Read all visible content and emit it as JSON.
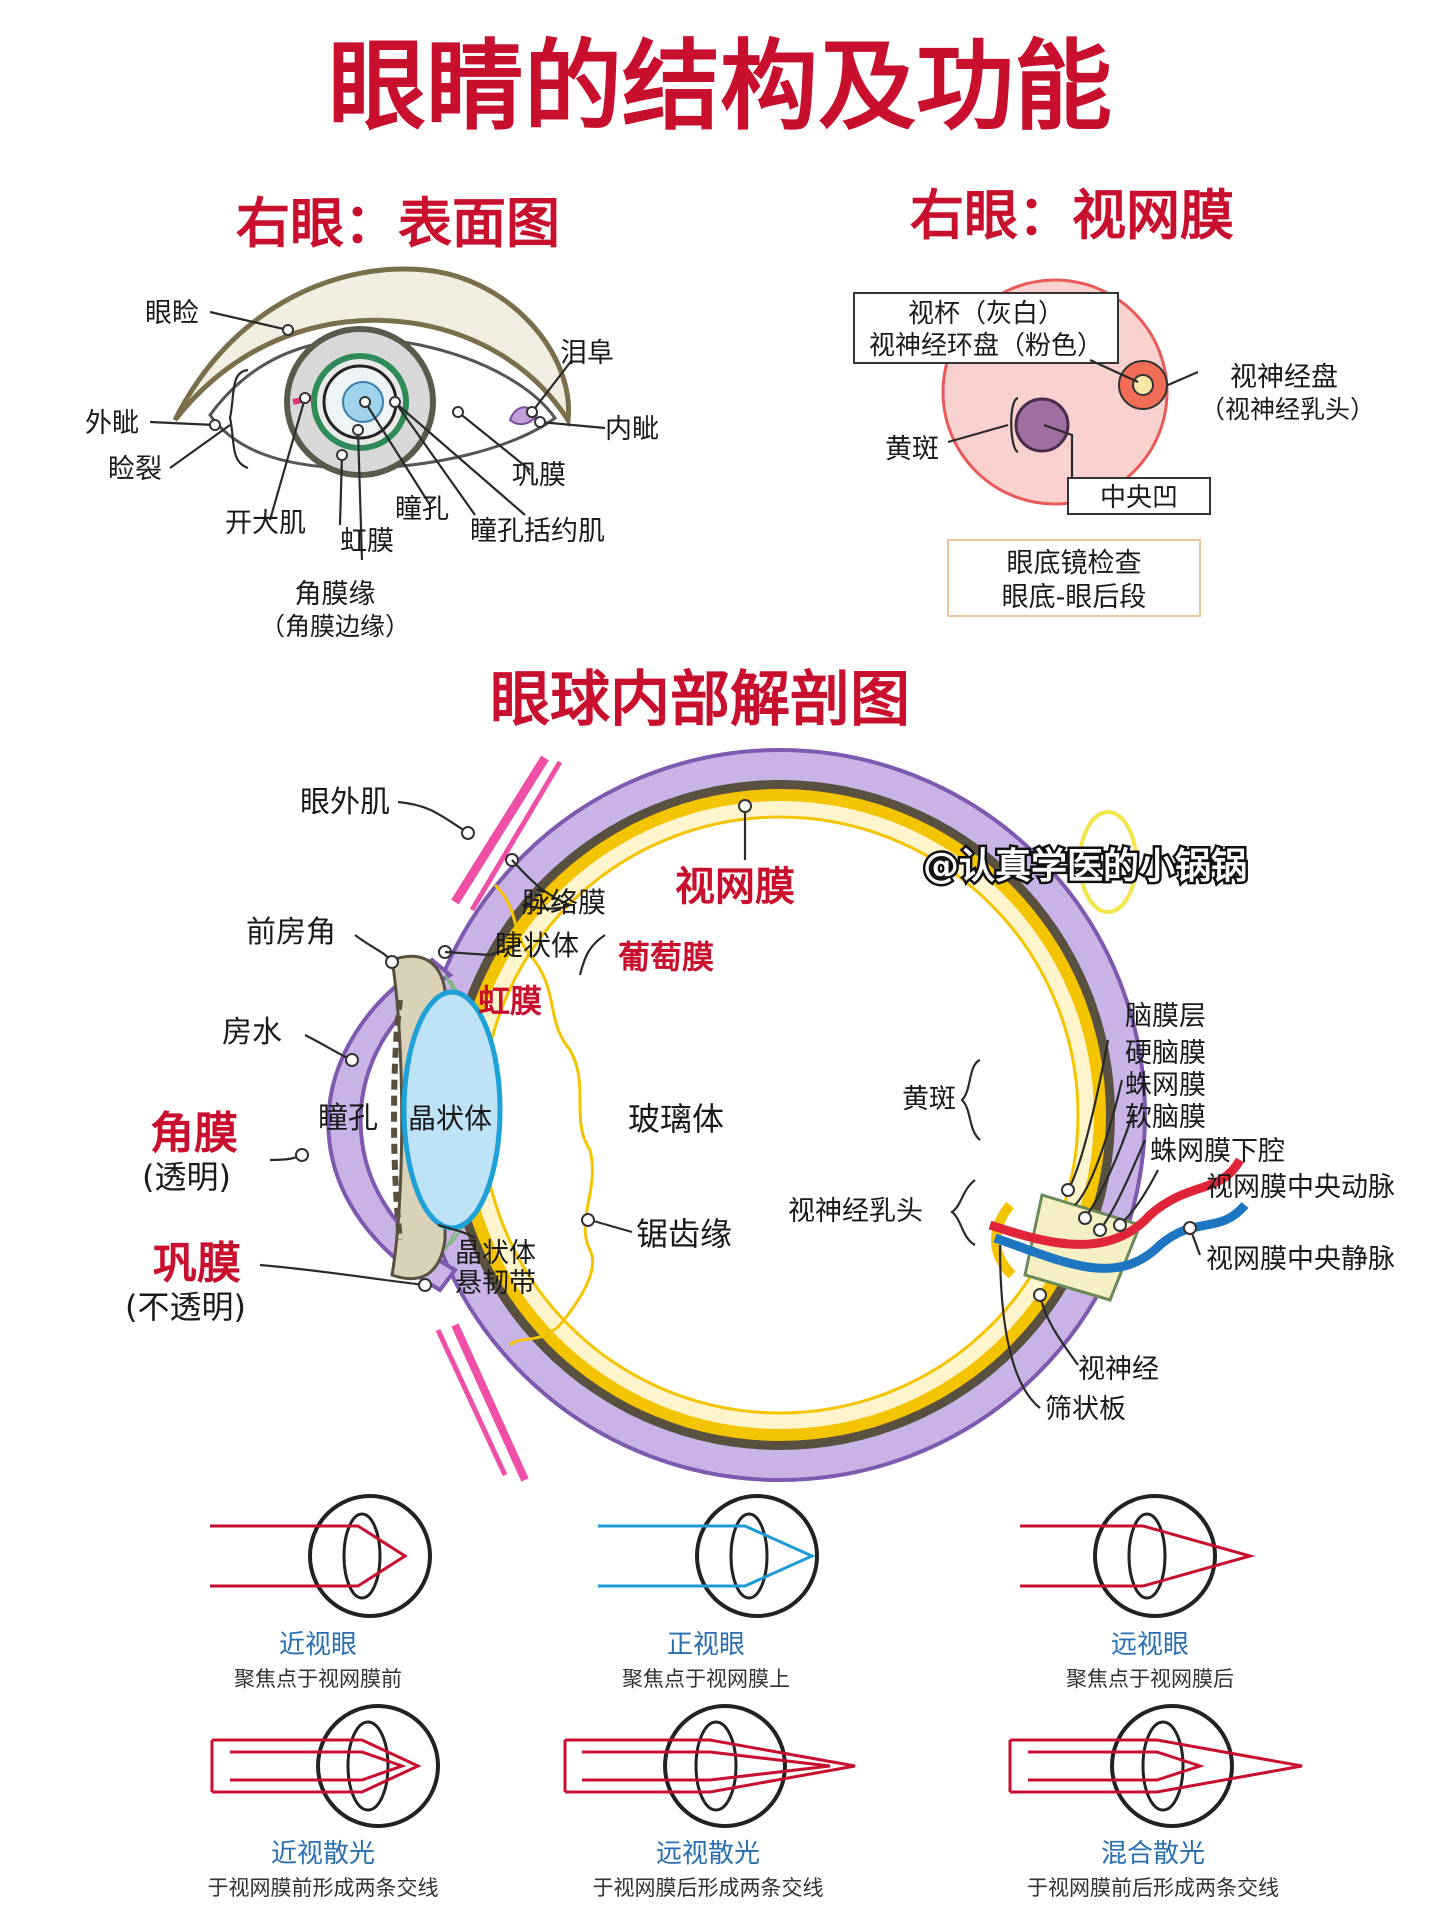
{
  "title": "眼睛的结构及功能",
  "colors": {
    "accent_red": "#c8102e",
    "caption_blue": "#2a6fb0",
    "sclera": "#b49bd8",
    "retina": "#f5c400",
    "choroid": "#5a5040",
    "lens": "#bfe3f6"
  },
  "surface": {
    "heading": "右眼：表面图",
    "labels": {
      "eyelid": "眼睑",
      "lacrimal_caruncle": "泪阜",
      "lateral_canthus": "外眦",
      "palpebral_fissure": "睑裂",
      "medial_canthus": "内眦",
      "sclera": "巩膜",
      "dilator": "开大肌",
      "iris": "虹膜",
      "pupil": "瞳孔",
      "sphincter": "瞳孔括约肌",
      "limbus": "角膜缘",
      "limbus_note": "（角膜边缘）"
    }
  },
  "retina": {
    "heading": "右眼：视网膜",
    "cup_line1": "视杯（灰白）",
    "cup_line2": "视神经环盘（粉色）",
    "optic_disc": "视神经盘",
    "optic_disc_note": "（视神经乳头）",
    "macula": "黄斑",
    "fovea": "中央凹",
    "exam_line1": "眼底镜检查",
    "exam_line2": "眼底-眼后段"
  },
  "anatomy": {
    "heading": "眼球内部解剖图",
    "watermark": "@认真学医的小锅锅",
    "labels": {
      "extraocular": "眼外肌",
      "anterior_angle": "前房角",
      "aqueous": "房水",
      "cornea": "角膜",
      "cornea_note": "(透明)",
      "sclera": "巩膜",
      "sclera_note": "(不透明)",
      "pupil": "瞳孔",
      "lens": "晶状体",
      "choroid": "脉络膜",
      "ciliary": "睫状体",
      "uvea": "葡萄膜",
      "iris": "虹膜",
      "retina": "视网膜",
      "vitreous": "玻璃体",
      "ora": "锯齿缘",
      "zonule1": "晶状体",
      "zonule2": "悬韧带",
      "macula": "黄斑",
      "papilla": "视神经乳头",
      "meninges": "脑膜层",
      "dura": "硬脑膜",
      "arachnoid": "蛛网膜",
      "pia": "软脑膜",
      "subarachnoid": "蛛网膜下腔",
      "artery": "视网膜中央动脉",
      "vein": "视网膜中央静脉",
      "optic_nerve": "视神经",
      "lamina": "筛状板"
    }
  },
  "refraction": [
    {
      "name": "近视眼",
      "desc": "聚焦点于视网膜前"
    },
    {
      "name": "正视眼",
      "desc": "聚焦点于视网膜上"
    },
    {
      "name": "远视眼",
      "desc": "聚焦点于视网膜后"
    },
    {
      "name": "近视散光",
      "desc": "于视网膜前形成两条交线"
    },
    {
      "name": "远视散光",
      "desc": "于视网膜后形成两条交线"
    },
    {
      "name": "混合散光",
      "desc": "于视网膜前后形成两条交线"
    }
  ]
}
